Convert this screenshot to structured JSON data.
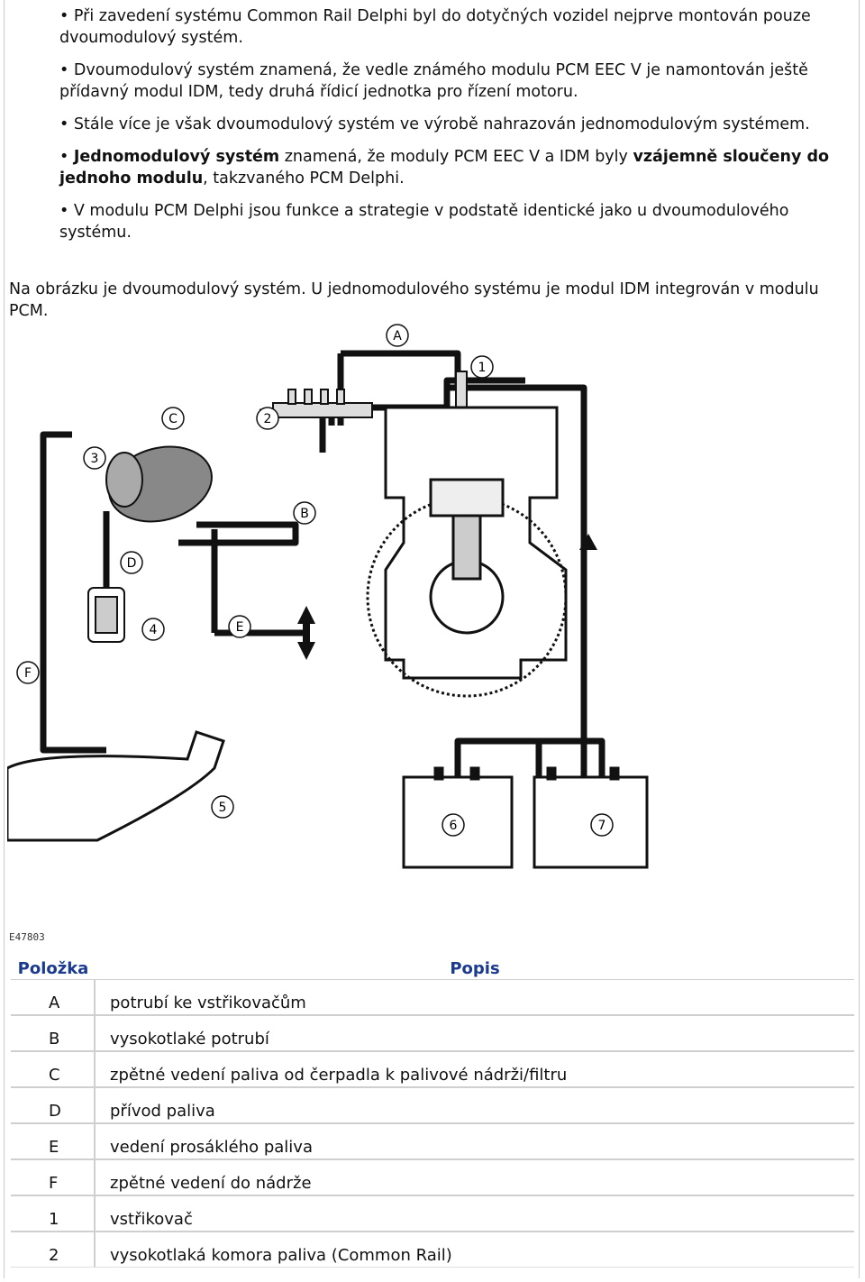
{
  "bullets": [
    {
      "parts": [
        {
          "t": "Při zavedení systému Common Rail Delphi byl do dotyčných vozidel nejprve montován pouze dvoumodulový systém.",
          "b": false
        }
      ]
    },
    {
      "parts": [
        {
          "t": "Dvoumodulový systém znamená, že vedle známého modulu PCM EEC V je namontován ještě přídavný modul IDM, tedy druhá řídicí jednotka pro řízení motoru.",
          "b": false
        }
      ]
    },
    {
      "parts": [
        {
          "t": "Stále více je však dvoumodulový systém ve výrobě nahrazován jednomodulovým systémem.",
          "b": false
        }
      ]
    },
    {
      "parts": [
        {
          "t": "Jednomodulový systém",
          "b": true
        },
        {
          "t": " znamená, že moduly PCM EEC V a IDM byly ",
          "b": false
        },
        {
          "t": "vzájemně sloučeny do jednoho modulu",
          "b": true
        },
        {
          "t": ", takzvaného PCM Delphi.",
          "b": false
        }
      ]
    },
    {
      "parts": [
        {
          "t": "V modulu PCM Delphi jsou funkce a strategie v podstatě identické jako u dvoumodulového systému.",
          "b": false
        }
      ]
    }
  ],
  "paragraph": "Na obrázku je dvoumodulový systém. U jednomodulového systému je modul IDM integrován v modulu PCM.",
  "diagram": {
    "callouts": [
      "A",
      "1",
      "C",
      "2",
      "3",
      "B",
      "D",
      "4",
      "E",
      "F",
      "5",
      "6",
      "7"
    ],
    "figure_code": "E47803"
  },
  "legend": {
    "header_key": "Položka",
    "header_desc": "Popis",
    "rows": [
      {
        "key": "A",
        "desc": "potrubí ke vstřikovačům"
      },
      {
        "key": "B",
        "desc": "vysokotlaké potrubí"
      },
      {
        "key": "C",
        "desc": "zpětné vedení paliva od čerpadla k palivové nádrži/filtru"
      },
      {
        "key": "D",
        "desc": "přívod paliva"
      },
      {
        "key": "E",
        "desc": "vedení prosáklého paliva"
      },
      {
        "key": "F",
        "desc": "zpětné vedení do nádrže"
      },
      {
        "key": "1",
        "desc": "vstřikovač"
      },
      {
        "key": "2",
        "desc": "vysokotlaká komora paliva (Common Rail)"
      }
    ]
  },
  "colors": {
    "header_text": "#1a3a8f",
    "line": "#111111"
  }
}
